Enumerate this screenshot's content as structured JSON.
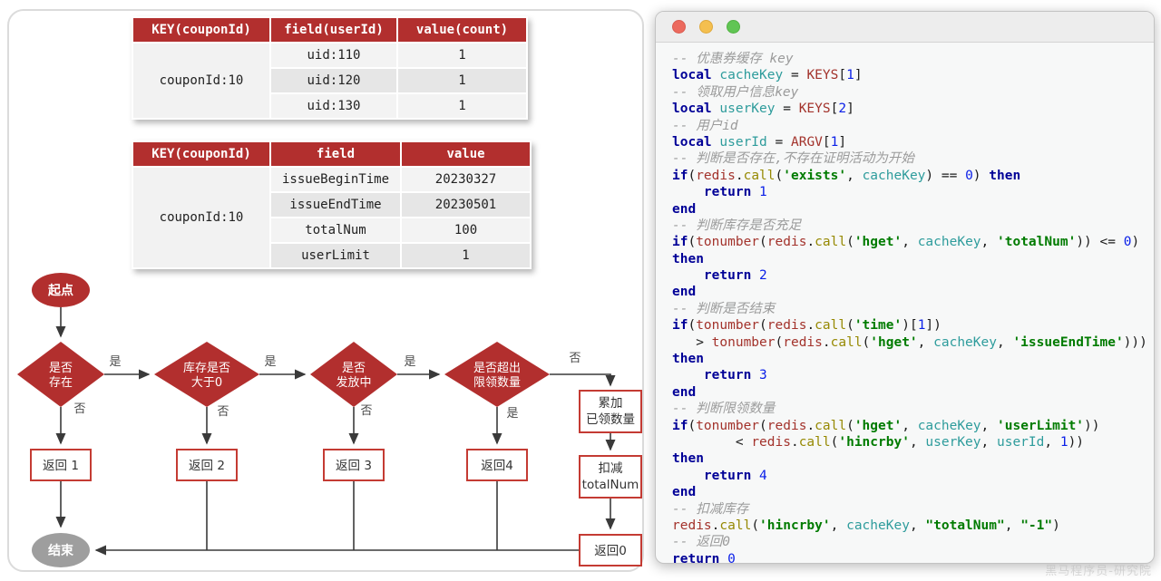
{
  "colors": {
    "brand_red": "#B22F2E",
    "box_border_red": "#C43B33",
    "end_gray": "#9E9E9E"
  },
  "tables": {
    "t1": {
      "headers": [
        "KEY(couponId)",
        "field(userId)",
        "value(count)"
      ],
      "key": "couponId:10",
      "rows": [
        [
          "uid:110",
          "1"
        ],
        [
          "uid:120",
          "1"
        ],
        [
          "uid:130",
          "1"
        ]
      ]
    },
    "t2": {
      "headers": [
        "KEY(couponId)",
        "field",
        "value"
      ],
      "key": "couponId:10",
      "rows": [
        [
          "issueBeginTime",
          "20230327"
        ],
        [
          "issueEndTime",
          "20230501"
        ],
        [
          "totalNum",
          "100"
        ],
        [
          "userLimit",
          "1"
        ]
      ]
    }
  },
  "flowchart": {
    "start": "起点",
    "end": "结束",
    "yes": "是",
    "no": "否",
    "d1": {
      "line1": "是否",
      "line2": "存在"
    },
    "d2": {
      "line1": "库存是否",
      "line2": "大于0"
    },
    "d3": {
      "line1": "是否",
      "line2": "发放中"
    },
    "d4": {
      "line1": "是否超出",
      "line2": "限领数量"
    },
    "r1": "返回 1",
    "r2": "返回 2",
    "r3": "返回 3",
    "r4": "返回4",
    "r0": "返回0",
    "acc": {
      "line1": "累加",
      "line2": "已领数量"
    },
    "deduct": {
      "line1": "扣减",
      "line2": "totalNum"
    }
  },
  "code": {
    "lines": [
      [
        [
          "c",
          "-- 优惠券缓存 key"
        ]
      ],
      [
        [
          "k",
          "local"
        ],
        [
          "p",
          " "
        ],
        [
          "i",
          "cacheKey"
        ],
        [
          "p",
          " = "
        ],
        [
          "b",
          "KEYS"
        ],
        [
          "p",
          "["
        ],
        [
          "n",
          "1"
        ],
        [
          "p",
          "]"
        ]
      ],
      [
        [
          "c",
          "-- 领取用户信息key"
        ]
      ],
      [
        [
          "k",
          "local"
        ],
        [
          "p",
          " "
        ],
        [
          "i",
          "userKey"
        ],
        [
          "p",
          " = "
        ],
        [
          "b",
          "KEYS"
        ],
        [
          "p",
          "["
        ],
        [
          "n",
          "2"
        ],
        [
          "p",
          "]"
        ]
      ],
      [
        [
          "c",
          "-- 用户id"
        ]
      ],
      [
        [
          "k",
          "local"
        ],
        [
          "p",
          " "
        ],
        [
          "i",
          "userId"
        ],
        [
          "p",
          " = "
        ],
        [
          "b",
          "ARGV"
        ],
        [
          "p",
          "["
        ],
        [
          "n",
          "1"
        ],
        [
          "p",
          "]"
        ]
      ],
      [
        [
          "c",
          "-- 判断是否存在,不存在证明活动为开始"
        ]
      ],
      [
        [
          "k",
          "if"
        ],
        [
          "p",
          "("
        ],
        [
          "b",
          "redis"
        ],
        [
          "p",
          "."
        ],
        [
          "f",
          "call"
        ],
        [
          "p",
          "("
        ],
        [
          "s",
          "'exists'"
        ],
        [
          "p",
          ", "
        ],
        [
          "i",
          "cacheKey"
        ],
        [
          "p",
          ") == "
        ],
        [
          "n",
          "0"
        ],
        [
          "p",
          ") "
        ],
        [
          "k",
          "then"
        ]
      ],
      [
        [
          "p",
          "    "
        ],
        [
          "k",
          "return"
        ],
        [
          "p",
          " "
        ],
        [
          "n",
          "1"
        ]
      ],
      [
        [
          "k",
          "end"
        ]
      ],
      [
        [
          "c",
          "-- 判断库存是否充足"
        ]
      ],
      [
        [
          "k",
          "if"
        ],
        [
          "p",
          "("
        ],
        [
          "b",
          "tonumber"
        ],
        [
          "p",
          "("
        ],
        [
          "b",
          "redis"
        ],
        [
          "p",
          "."
        ],
        [
          "f",
          "call"
        ],
        [
          "p",
          "("
        ],
        [
          "s",
          "'hget'"
        ],
        [
          "p",
          ", "
        ],
        [
          "i",
          "cacheKey"
        ],
        [
          "p",
          ", "
        ],
        [
          "s",
          "'totalNum'"
        ],
        [
          "p",
          ")) <= "
        ],
        [
          "n",
          "0"
        ],
        [
          "p",
          ")"
        ]
      ],
      [
        [
          "k",
          "then"
        ]
      ],
      [
        [
          "p",
          "    "
        ],
        [
          "k",
          "return"
        ],
        [
          "p",
          " "
        ],
        [
          "n",
          "2"
        ]
      ],
      [
        [
          "k",
          "end"
        ]
      ],
      [
        [
          "c",
          "-- 判断是否结束"
        ]
      ],
      [
        [
          "k",
          "if"
        ],
        [
          "p",
          "("
        ],
        [
          "b",
          "tonumber"
        ],
        [
          "p",
          "("
        ],
        [
          "b",
          "redis"
        ],
        [
          "p",
          "."
        ],
        [
          "f",
          "call"
        ],
        [
          "p",
          "("
        ],
        [
          "s",
          "'time'"
        ],
        [
          "p",
          ")["
        ],
        [
          "n",
          "1"
        ],
        [
          "p",
          "])"
        ]
      ],
      [
        [
          "p",
          "   > "
        ],
        [
          "b",
          "tonumber"
        ],
        [
          "p",
          "("
        ],
        [
          "b",
          "redis"
        ],
        [
          "p",
          "."
        ],
        [
          "f",
          "call"
        ],
        [
          "p",
          "("
        ],
        [
          "s",
          "'hget'"
        ],
        [
          "p",
          ", "
        ],
        [
          "i",
          "cacheKey"
        ],
        [
          "p",
          ", "
        ],
        [
          "s",
          "'issueEndTime'"
        ],
        [
          "p",
          ")))"
        ]
      ],
      [
        [
          "k",
          "then"
        ]
      ],
      [
        [
          "p",
          "    "
        ],
        [
          "k",
          "return"
        ],
        [
          "p",
          " "
        ],
        [
          "n",
          "3"
        ]
      ],
      [
        [
          "k",
          "end"
        ]
      ],
      [
        [
          "c",
          "-- 判断限领数量"
        ]
      ],
      [
        [
          "k",
          "if"
        ],
        [
          "p",
          "("
        ],
        [
          "b",
          "tonumber"
        ],
        [
          "p",
          "("
        ],
        [
          "b",
          "redis"
        ],
        [
          "p",
          "."
        ],
        [
          "f",
          "call"
        ],
        [
          "p",
          "("
        ],
        [
          "s",
          "'hget'"
        ],
        [
          "p",
          ", "
        ],
        [
          "i",
          "cacheKey"
        ],
        [
          "p",
          ", "
        ],
        [
          "s",
          "'userLimit'"
        ],
        [
          "p",
          "))"
        ]
      ],
      [
        [
          "p",
          "        < "
        ],
        [
          "b",
          "redis"
        ],
        [
          "p",
          "."
        ],
        [
          "f",
          "call"
        ],
        [
          "p",
          "("
        ],
        [
          "s",
          "'hincrby'"
        ],
        [
          "p",
          ", "
        ],
        [
          "i",
          "userKey"
        ],
        [
          "p",
          ", "
        ],
        [
          "i",
          "userId"
        ],
        [
          "p",
          ", "
        ],
        [
          "n",
          "1"
        ],
        [
          "p",
          "))"
        ]
      ],
      [
        [
          "k",
          "then"
        ]
      ],
      [
        [
          "p",
          "    "
        ],
        [
          "k",
          "return"
        ],
        [
          "p",
          " "
        ],
        [
          "n",
          "4"
        ]
      ],
      [
        [
          "k",
          "end"
        ]
      ],
      [
        [
          "c",
          "-- 扣减库存"
        ]
      ],
      [
        [
          "b",
          "redis"
        ],
        [
          "p",
          "."
        ],
        [
          "f",
          "call"
        ],
        [
          "p",
          "("
        ],
        [
          "s",
          "'hincrby'"
        ],
        [
          "p",
          ", "
        ],
        [
          "i",
          "cacheKey"
        ],
        [
          "p",
          ", "
        ],
        [
          "s",
          "\"totalNum\""
        ],
        [
          "p",
          ", "
        ],
        [
          "s",
          "\"-1\""
        ],
        [
          "p",
          ")"
        ]
      ],
      [
        [
          "c",
          "-- 返回0"
        ]
      ],
      [
        [
          "k",
          "return"
        ],
        [
          "p",
          " "
        ],
        [
          "n",
          "0"
        ]
      ]
    ]
  },
  "watermark": "黑马程序员-研究院"
}
